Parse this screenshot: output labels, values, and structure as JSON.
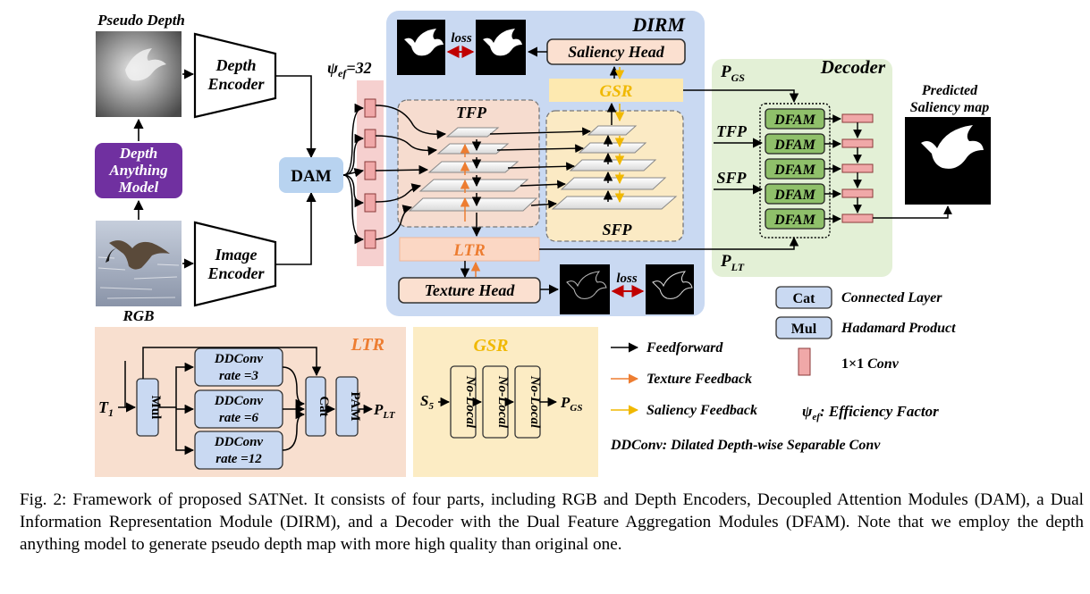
{
  "colors": {
    "dirm_bg": "#c9d9f2",
    "decoder_bg": "#e3f0d6",
    "ltr_panel_bg": "#f8dfcf",
    "gsr_panel_bg": "#fcecc4",
    "dam_fill": "#b8d3f0",
    "depth_anything_fill": "#7030a0",
    "conv_fill": "#f0a8a8",
    "dfam_fill": "#8fc06a",
    "texture_feedback": "#ed7d31",
    "saliency_feedback": "#f0b800",
    "loss_arrow": "#c00000"
  },
  "labels": {
    "pseudo_depth": "Pseudo Depth",
    "depth_encoder_l1": "Depth",
    "depth_encoder_l2": "Encoder",
    "depth_anything_l1": "Depth",
    "depth_anything_l2": "Anything",
    "depth_anything_l3": "Model",
    "image_encoder_l1": "Image",
    "image_encoder_l2": "Encoder",
    "rgb": "RGB",
    "dam": "DAM",
    "psi": "ψ",
    "psi_sub": "ef",
    "psi_val": "=32",
    "dirm": "DIRM",
    "loss": "loss",
    "saliency_head": "Saliency Head",
    "gsr": "GSR",
    "tfp": "TFP",
    "sfp": "SFP",
    "ltr": "LTR",
    "texture_head": "Texture Head",
    "decoder": "Decoder",
    "p": "P",
    "gs": "GS",
    "lt": "LT",
    "dfam": "DFAM",
    "predicted_l1": "Predicted",
    "predicted_l2": "Saliency map",
    "t1": "T",
    "t1_sub": "1",
    "mul": "Mul",
    "ddconv": "DDConv",
    "rate3": "rate =3",
    "rate6": "rate =6",
    "rate12": "rate =12",
    "cat": "Cat",
    "pam": "PAM",
    "s5": "S",
    "s5_sub": "5",
    "nolocal": "No-Local",
    "legend_cat_box": "Cat",
    "legend_cat_text": "Connected Layer",
    "legend_mul_box": "Mul",
    "legend_mul_text": "Hadamard Product",
    "legend_conv_text": "1×1 Conv",
    "legend_conv_text_a": "1×1 ",
    "legend_conv_text_b": "Conv",
    "legend_ff": "Feedforward",
    "legend_tf": "Texture Feedback",
    "legend_sf": "Saliency Feedback",
    "legend_psi_text": ": Efficiency Factor",
    "legend_ddconv": "DDConv:  Dilated Depth-wise Separable Conv"
  },
  "caption": "Fig. 2: Framework of proposed SATNet. It consists of four parts, including RGB and Depth Encoders, Decoupled Attention Modules (DAM), a Dual Information Representation Module (DIRM), and a Decoder with the Dual Feature Aggregation Modules (DFAM). Note that we employ the depth anything model to generate pseudo depth map with more high quality than original one."
}
